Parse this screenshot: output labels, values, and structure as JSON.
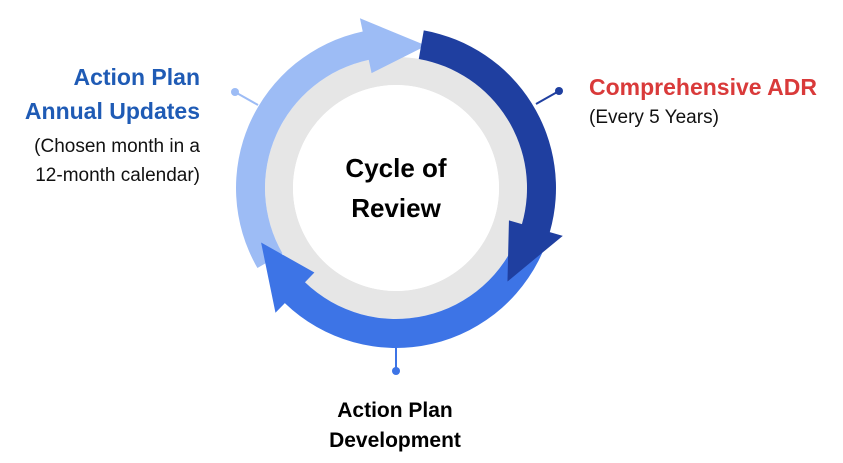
{
  "center": {
    "line1": "Cycle of",
    "line2": "Review"
  },
  "stages": {
    "annual_updates": {
      "title_line1": "Action Plan",
      "title_line2": "Annual Updates",
      "note_line1": "(Chosen month in a",
      "note_line2": "12-month calendar)"
    },
    "comprehensive_adr": {
      "title": "Comprehensive ADR",
      "note": "(Every 5 Years)"
    },
    "development": {
      "title_line1": "Action Plan",
      "title_line2": "Development"
    }
  },
  "colors": {
    "annual_updates_arc": "#9dbcf5",
    "comprehensive_arc": "#1f3fa0",
    "development_arc": "#3d74e6",
    "inner_ring": "#e6e6e6",
    "annual_title": "#1f5bb5",
    "comprehensive_title": "#d93a3a",
    "connector_light": "#9dbcf5",
    "connector_dark": "#1f3fa0",
    "connector_mid": "#3d74e6"
  }
}
